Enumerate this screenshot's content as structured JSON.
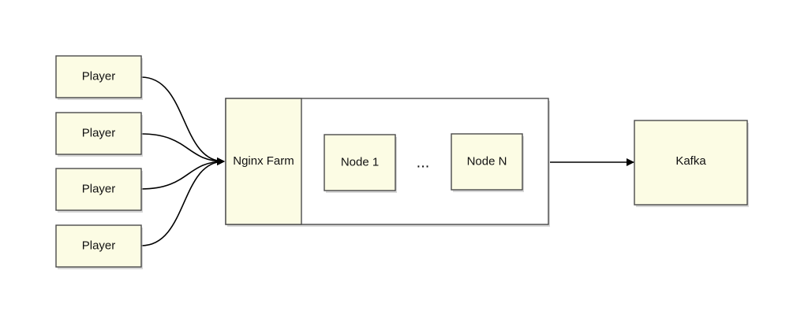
{
  "diagram": {
    "players": [
      {
        "label": "Player"
      },
      {
        "label": "Player"
      },
      {
        "label": "Player"
      },
      {
        "label": "Player"
      }
    ],
    "nginx": {
      "label": "Nginx Farm"
    },
    "nodes": [
      {
        "label": "Node 1"
      },
      {
        "label": "Node N"
      }
    ],
    "ellipsis": "...",
    "kafka": {
      "label": "Kafka"
    },
    "colors": {
      "box_fill": "#fcfce4",
      "border": "#4a4a4a",
      "edge": "#000000"
    }
  }
}
